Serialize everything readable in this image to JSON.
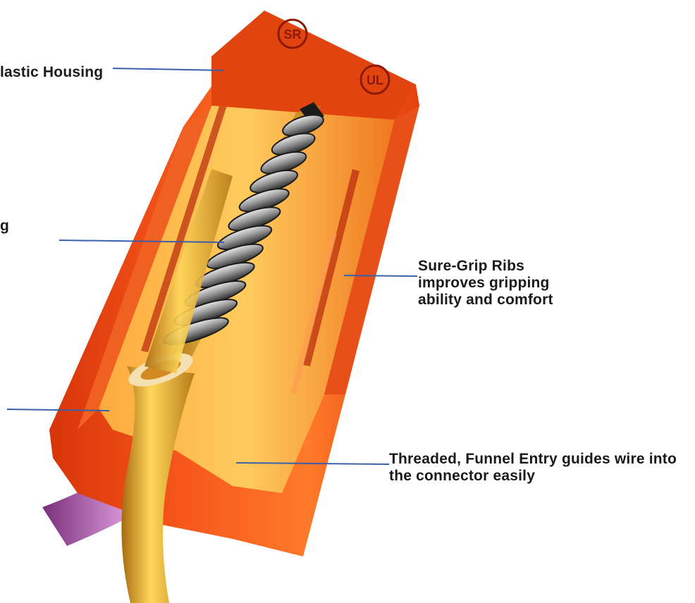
{
  "colors": {
    "housing": "#f04a10",
    "housing_dark": "#c82a08",
    "housing_light": "#ff8a3a",
    "spring_metal": "#8a8a8a",
    "spring_gold": "#e0a020",
    "wire_gold": "#d9a23a",
    "wire_purple": "#b05cb0",
    "leader_line": "#3b5fa8"
  },
  "logos": [
    "SR",
    "UL"
  ],
  "callouts": {
    "housing": "lastic Housing",
    "spring": "g",
    "ribs": [
      "Sure-Grip Ribs",
      "improves gripping",
      "ability and comfort"
    ],
    "funnel": [
      "Threaded, Funnel Entry guides wire into",
      "the connector easily"
    ]
  }
}
